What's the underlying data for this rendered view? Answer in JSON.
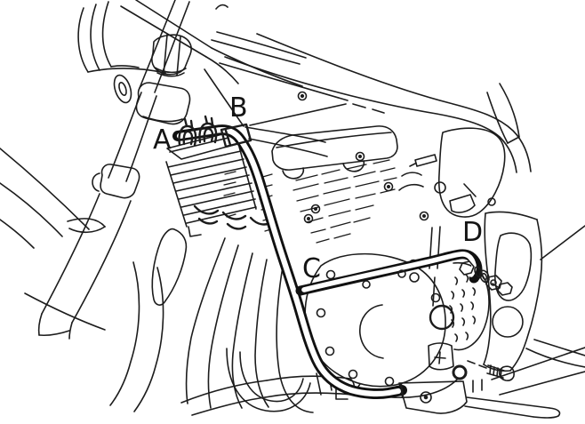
{
  "figure": {
    "kind": "technical-line-drawing",
    "subject": "motorcycle-engine-guard-mounting-diagram",
    "background_color": "#ffffff",
    "line_color": "#1c1c1c",
    "labels": [
      {
        "char": "A",
        "meaning": "attachment point A (oil-cooler clamps)"
      },
      {
        "char": "B",
        "meaning": "attachment point B (frame downtube bracket)"
      },
      {
        "char": "C",
        "meaning": "attachment point C (cross-tube junction)"
      },
      {
        "char": "D",
        "meaning": "attachment point D (rear engine-mount bolt)"
      }
    ]
  }
}
